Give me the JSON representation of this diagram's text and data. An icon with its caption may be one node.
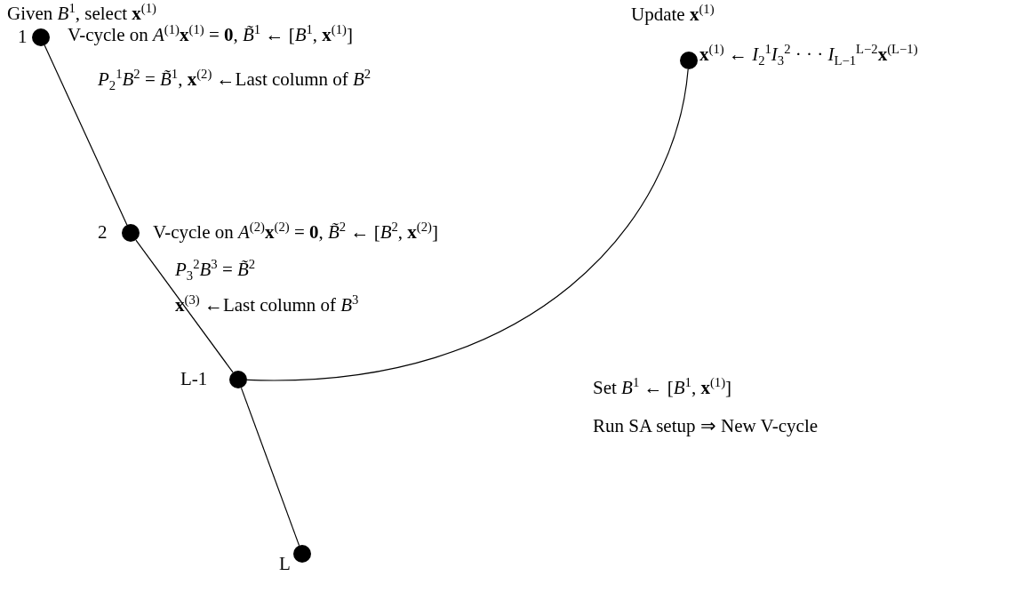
{
  "diagram": {
    "nodes": [
      {
        "text": [],
        "shape": "circle",
        "beside": [
          "1",
          "Given *B*$^{1}$, select **x**$^{(1)}$",
          "V-cycle on *A*$^{(1)}$**x**$^{(1)}$ = **0**, *B̃*$^{1}$ ← [*B*$^{1}$, **x**$^{(1)}$]",
          "*P*$_{2}$$^{1}$*B*$^{2}$ = *B̃*$^{1}$, **x**$^{(2)}$ ←Last column of *B*$^{2}$"
        ]
      },
      {
        "text": [],
        "shape": "circle",
        "beside": [
          "Update **x**$^{(1)}$",
          "**x**$^{(1)}$ ← *I*$_{2}$$^{1}$*I*$_{3}$$^{2}$ · · · *I*$_{L−1}$$^{L−2}$**x**$^{(L−1)}$"
        ]
      },
      {
        "text": [],
        "shape": "circle",
        "beside": [
          "2",
          "V-cycle on *A*$^{(2)}$**x**$^{(2)}$ = **0**, *B̃*$^{2}$ ← [*B*$^{2}$, **x**$^{(2)}$]",
          "*P*$_{3}$$^{2}$*B*$^{3}$ = *B̃*$^{2}$",
          "**x**$^{(3)}$ ←Last column of *B*$^{3}$"
        ]
      },
      {
        "text": [],
        "shape": "circle",
        "beside": [
          "L-1"
        ]
      },
      {
        "text": [],
        "shape": "circle",
        "beside": [
          "L"
        ]
      }
    ],
    "edges": [
      {
        "from": 0,
        "to": 2,
        "arrow": "none"
      },
      {
        "from": 2,
        "to": 3,
        "arrow": "none"
      },
      {
        "from": 3,
        "to": 4,
        "arrow": "none"
      },
      {
        "from": 3,
        "to": 1,
        "arrow": "none"
      }
    ],
    "labels": [
      "Set *B*$^{1}$ ← [*B*$^{1}$, **x**$^{(1)}$]",
      "Run SA setup ⇒ New V-cycle"
    ]
  }
}
